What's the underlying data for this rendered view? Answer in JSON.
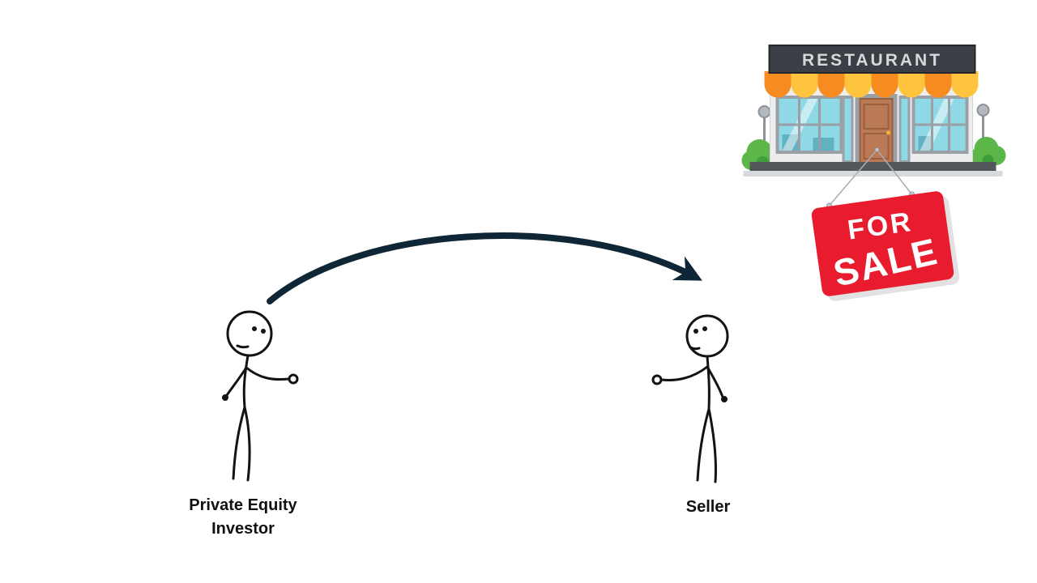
{
  "figures": {
    "investor": {
      "label": "Private Equity Investor"
    },
    "seller": {
      "label": "Seller"
    }
  },
  "restaurant": {
    "sign": "RESTAURANT",
    "for_sale": {
      "line1": "FOR",
      "line2": "SALE"
    }
  },
  "colors": {
    "arrow": "#0f2636",
    "for_sale_red": "#e81c2e",
    "awning_orange": "#f68b1f",
    "awning_yellow": "#ffc43d",
    "glass": "#8fd9e6",
    "door": "#b97a55",
    "bush": "#5cb648",
    "sign_band": "#3a3f45",
    "label_text": "#111111"
  }
}
